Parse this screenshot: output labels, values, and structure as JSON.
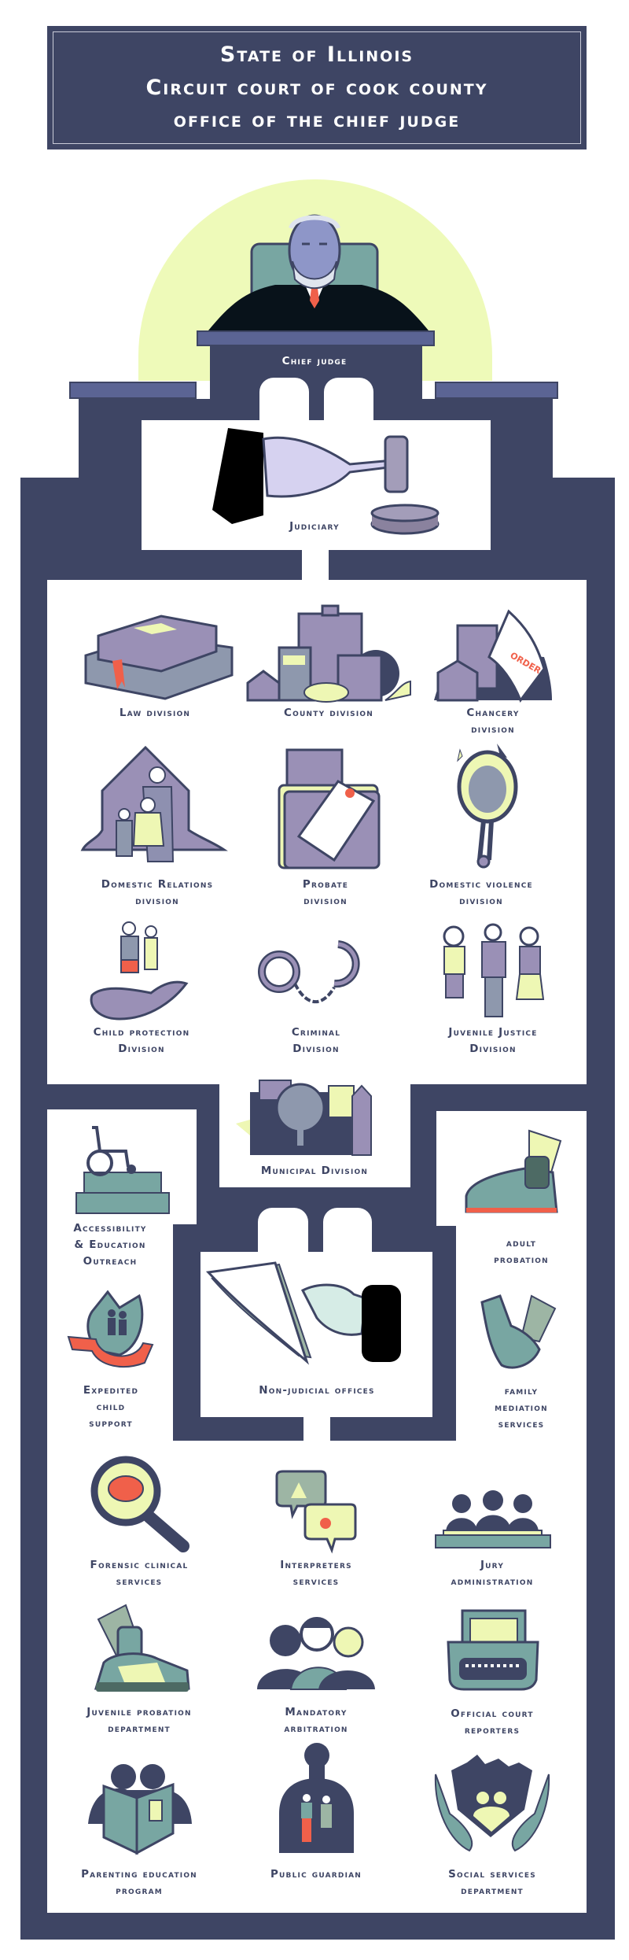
{
  "header": {
    "line1": "State of Illinois",
    "line2": "Circuit court of cook county",
    "line3": "office of the chief judge"
  },
  "chief_judge": {
    "label": "Chief judge"
  },
  "judiciary": {
    "label": "Judiciary"
  },
  "divisions": [
    {
      "label": "Law division",
      "icon": "books-icon"
    },
    {
      "label": "County division",
      "icon": "city-buildings-icon"
    },
    {
      "label": "Chancery\ndivision",
      "icon": "order-document-houses-icon"
    },
    {
      "label": "Domestic Relations\ndivision",
      "icon": "family-house-icon"
    },
    {
      "label": "Probate\ndivision",
      "icon": "folder-will-icon"
    },
    {
      "label": "Domestic violence\ndivision",
      "icon": "broken-mirror-icon"
    },
    {
      "label": "Child protection\nDivision",
      "icon": "children-on-hand-icon"
    },
    {
      "label": "Criminal\nDivision",
      "icon": "handcuffs-icon"
    },
    {
      "label": "Juvenile Justice\nDivision",
      "icon": "youths-icon"
    }
  ],
  "municipal": {
    "label": "Municipal Division",
    "icon": "municipal-city-icon"
  },
  "side_offices": [
    {
      "label": "Accessibility\n& Education\nOutreach",
      "icon": "wheelchair-books-icon"
    },
    {
      "label": "adult\nprobation",
      "icon": "ankle-monitor-shoe-icon"
    },
    {
      "label": "Expedited\nchild\nsupport",
      "icon": "hand-family-ribbon-icon"
    },
    {
      "label": "family\nmediation\nservices",
      "icon": "holding-hands-icon"
    }
  ],
  "non_judicial": {
    "label": "Non-judicial offices",
    "icon": "hand-papers-icon"
  },
  "offices": [
    {
      "label": "Forensic clinical\nservices",
      "icon": "brain-magnifier-icon"
    },
    {
      "label": "Interpreters\nservices",
      "icon": "speech-bubbles-icon"
    },
    {
      "label": "Jury\nadministration",
      "icon": "jury-box-icon"
    },
    {
      "label": "Juvenile probation\ndepartment",
      "icon": "juvenile-ankle-monitor-icon"
    },
    {
      "label": "Mandatory\narbitration",
      "icon": "three-people-icon"
    },
    {
      "label": "Official court\nreporters",
      "icon": "stenograph-icon"
    },
    {
      "label": "Parenting education\nprogram",
      "icon": "parents-book-icon"
    },
    {
      "label": "Public guardian",
      "icon": "guardian-children-icon"
    },
    {
      "label": "Social services\ndepartment",
      "icon": "hands-community-icon"
    }
  ],
  "colors": {
    "navy": "#3e4564",
    "yellow": "#eef7b4",
    "purple": "#9a90b6",
    "teal": "#78a6a2",
    "red": "#f0604a"
  }
}
